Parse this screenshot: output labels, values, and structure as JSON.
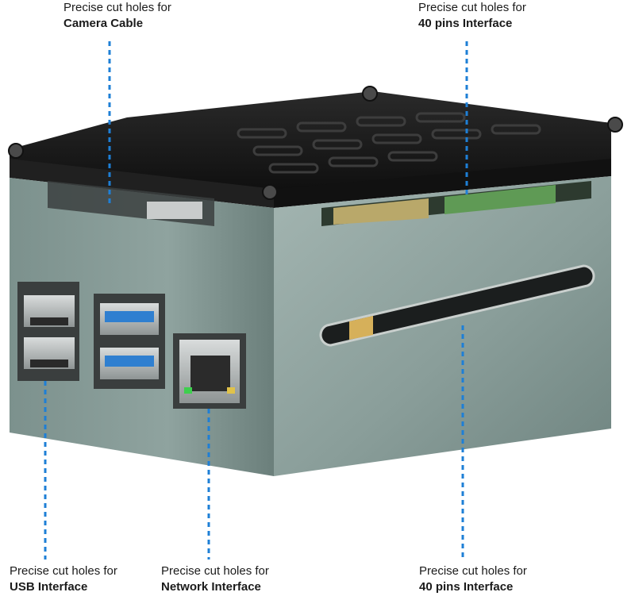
{
  "callouts": {
    "camera": {
      "line1": "Precise cut holes for",
      "line2": "Camera Cable"
    },
    "gpio_top": {
      "line1": "Precise cut holes for",
      "line2": "40 pins Interface"
    },
    "usb": {
      "line1": "Precise cut holes for",
      "line2": "USB Interface"
    },
    "network": {
      "line1": "Precise cut holes for",
      "line2": "Network Interface"
    },
    "gpio_bottom": {
      "line1": "Precise cut holes for",
      "line2": "40 pins Interface"
    }
  },
  "colors": {
    "leader": "#1e7fd6",
    "case_side": "#8fa39f",
    "case_front": "#7f9592",
    "lid": "#1a1a1a"
  }
}
